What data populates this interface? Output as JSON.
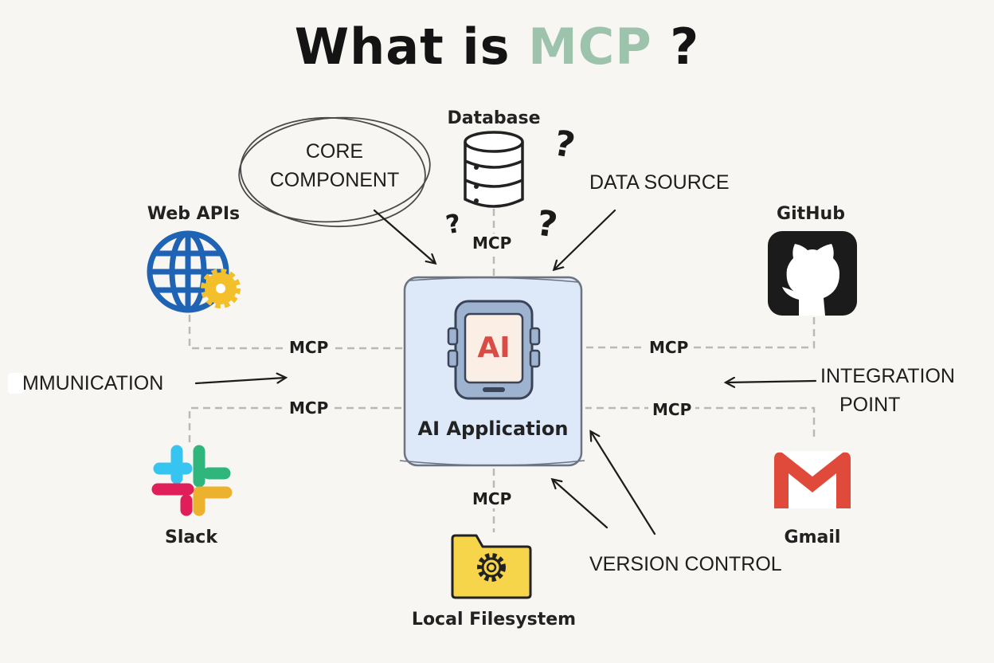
{
  "title": {
    "prefix": "What is ",
    "accent": "MCP",
    "suffix": " ?"
  },
  "center": {
    "icon_text": "AI",
    "label": "AI Application"
  },
  "nodes": {
    "database": "Database",
    "web_apis": "Web APIs",
    "github": "GitHub",
    "slack": "Slack",
    "gmail": "Gmail",
    "filesystem": "Local Filesystem"
  },
  "connector_label": "MCP",
  "annotations": {
    "core_line1": "CORE",
    "core_line2": "COMPONENT",
    "data_source": "DATA SOURCE",
    "communication": "MMUNICATION",
    "integration_line1": "INTEGRATION",
    "integration_line2": "POINT",
    "version_control": "VERSION CONTROL"
  },
  "question_mark": "?",
  "colors": {
    "accent": "#9dc3ad",
    "center_fill": "#dde8f8",
    "globe": "#1f63b5",
    "gear": "#f3c02c",
    "folder": "#f6d54a",
    "gmail_red": "#e04a3b",
    "github": "#1b1b1b"
  }
}
